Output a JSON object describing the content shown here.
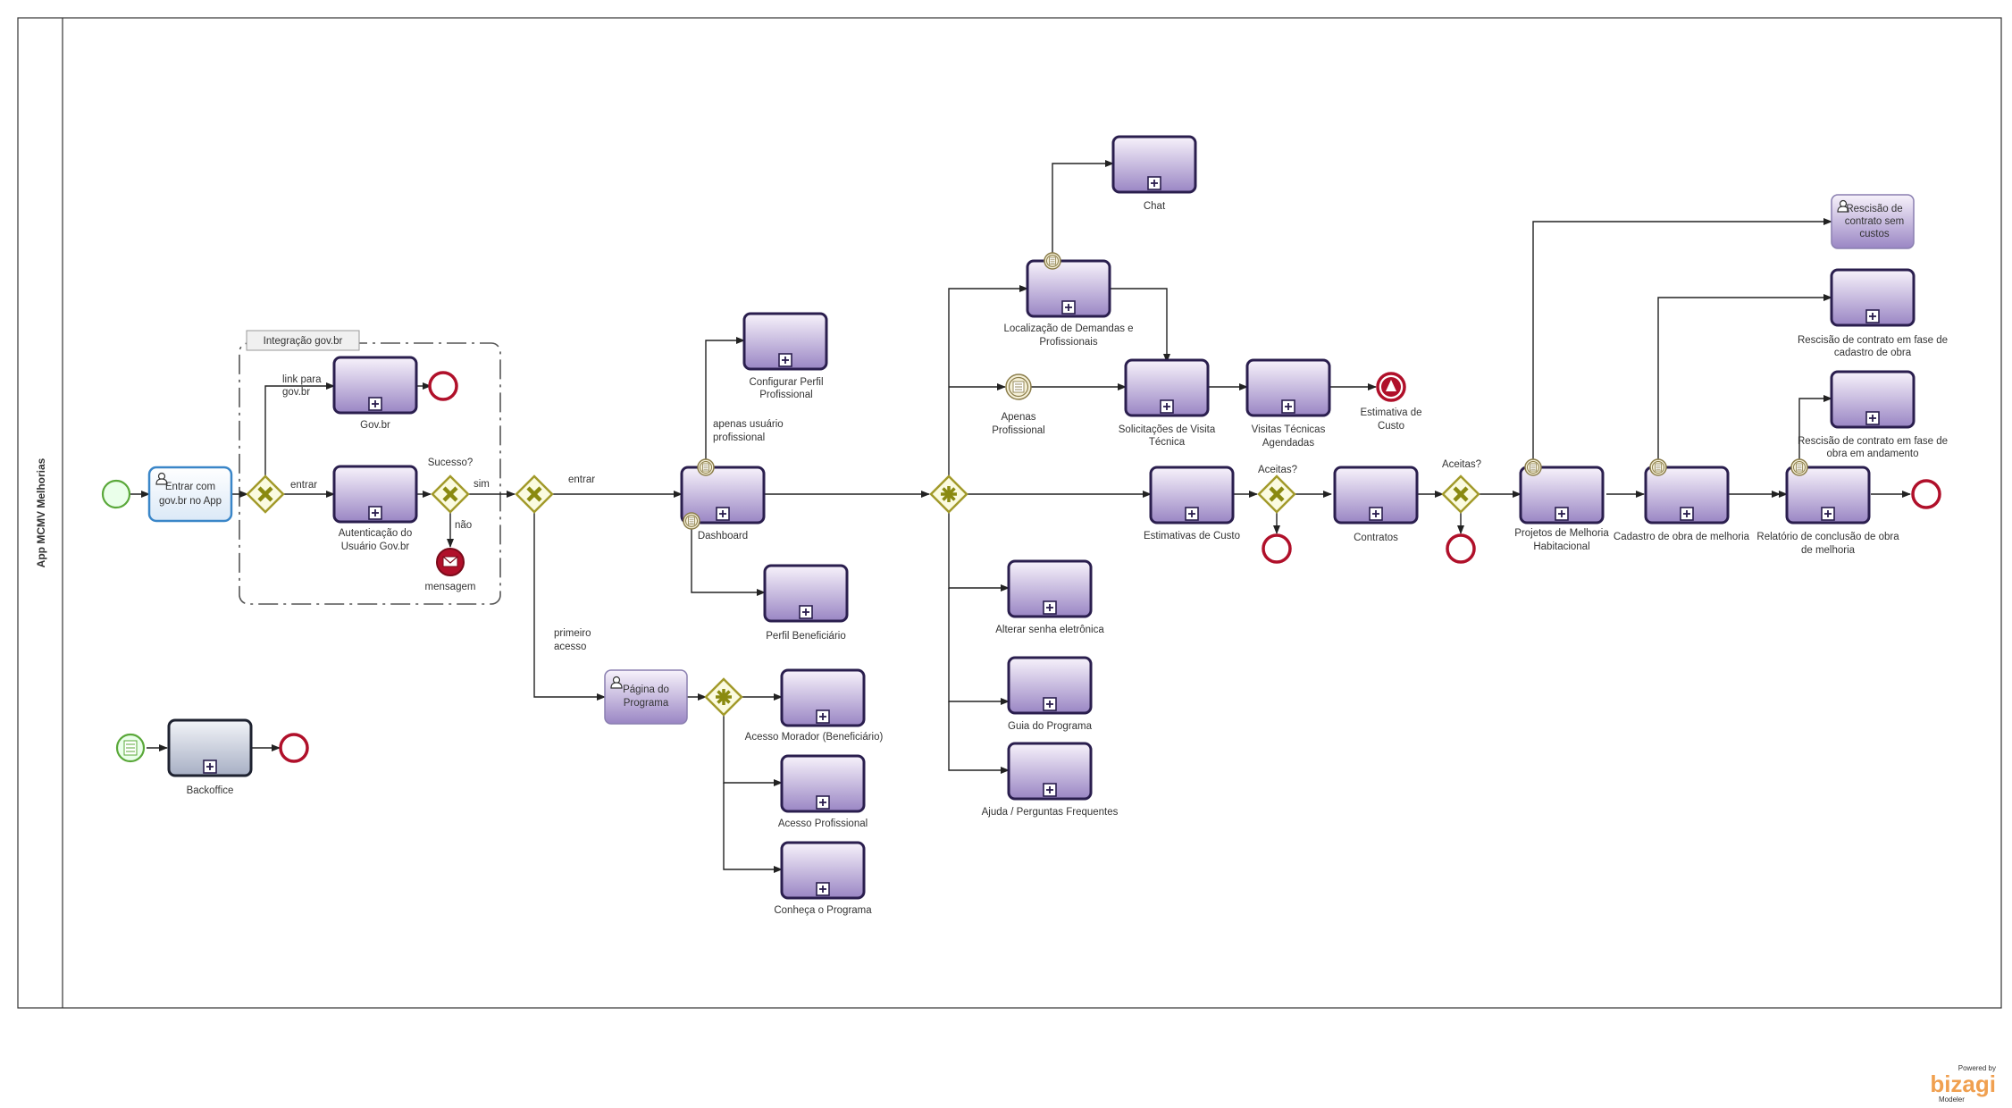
{
  "pool": {
    "title": "App MCMV Melhorias"
  },
  "group": {
    "label": "Integração gov.br"
  },
  "tasks": {
    "entrar_govbr": "Entrar com gov.br no App",
    "govbr": "Gov.br",
    "autenticacao": "Autenticação do Usuário Gov.br",
    "pagina_programa": "Página do Programa",
    "acesso_morador": "Acesso Morador (Beneficiário)",
    "acesso_profissional": "Acesso Profissional",
    "conheca": "Conheça o Programa",
    "dashboard": "Dashboard",
    "configurar_perfil": "Configurar Perfil Profissional",
    "perfil_beneficiario": "Perfil Beneficiário",
    "chat": "Chat",
    "localizacao": "Localização de Demandas e Profissionais",
    "solicitacoes": "Solicitações de Visita Técnica",
    "visitas": "Visitas Técnicas Agendadas",
    "estimativas": "Estimativas de Custo",
    "contratos": "Contratos",
    "alterar_senha": "Alterar senha eletrônica",
    "guia": "Guia do Programa",
    "ajuda": "Ajuda / Perguntas Frequentes",
    "projetos": "Projetos de Melhoria Habitacional",
    "cadastro_obra": "Cadastro de obra de melhoria",
    "relatorio": "Relatório de conclusão de obra de melhoria",
    "rescisao_sem_custos": "Rescisão de contrato sem custos",
    "rescisao_cadastro": "Rescisão de contrato em fase de cadastro de obra",
    "rescisao_andamento": "Rescisão de contrato em fase de obra em andamento",
    "backoffice": "Backoffice"
  },
  "events": {
    "mensagem": "mensagem",
    "apenas_profissional": "Apenas Profissional",
    "estimativa_custo": "Estimativa de Custo"
  },
  "gateways": {
    "sucesso": "Sucesso?",
    "aceitas1": "Aceitas?",
    "aceitas2": "Aceitas?"
  },
  "flows": {
    "link_govbr": "link para gov.br",
    "entrar1": "entrar",
    "sim": "sim",
    "nao": "não",
    "entrar2": "entrar",
    "primeiro_acesso": "primeiro acesso",
    "apenas_usuario_profissional": "apenas usuário profissional"
  },
  "branding": {
    "powered_by": "Powered by",
    "logo": "bizagi",
    "product": "Modeler"
  },
  "colors": {
    "task_fill_top": "#f7f2fb",
    "task_fill_bottom": "#9a86c4",
    "task_border": "#2a1e4e",
    "end_event": "#b0102a",
    "gateway": "#a29a2a",
    "start_event": "#5aa83a",
    "logo": "#f0a050"
  },
  "icons": {
    "subprocess_marker": "plus-square-icon",
    "user_task": "user-icon",
    "message_end": "envelope-icon",
    "escalation_end": "triangle-icon",
    "conditional": "list-icon"
  }
}
